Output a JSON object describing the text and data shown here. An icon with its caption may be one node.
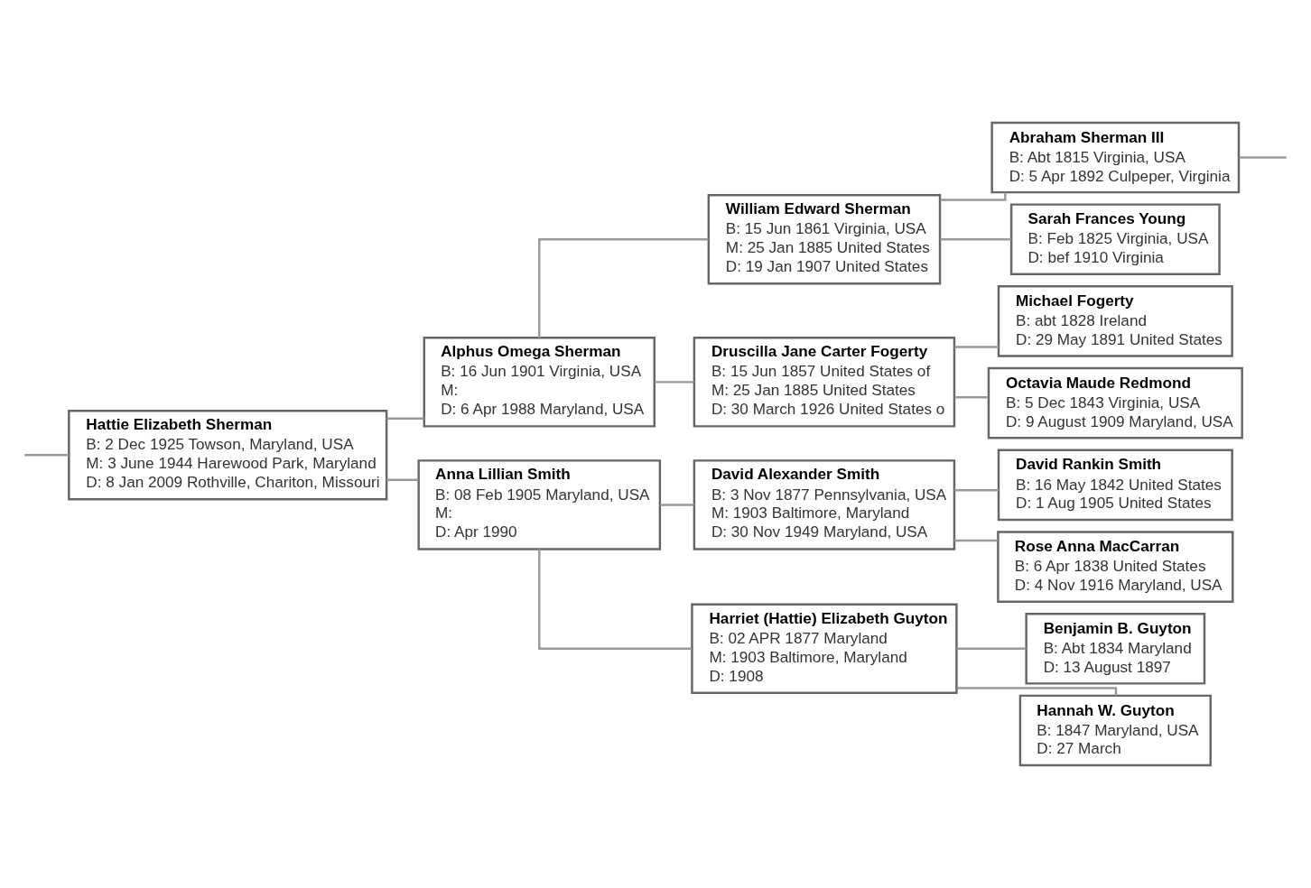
{
  "diagram": {
    "nodes": [
      {
        "text": [
          "Hattie Elizabeth Sherman",
          "B: 2 Dec 1925 Towson, Maryland, USA",
          "M: 3 June 1944 Harewood Park, Maryland",
          "D: 8 Jan 2009 Rothville, Chariton, Missouri"
        ]
      },
      {
        "text": [
          "Alphus Omega Sherman",
          "B: 16 Jun 1901 Virginia, USA",
          "M:",
          "D: 6 Apr 1988 Maryland, USA"
        ]
      },
      {
        "text": [
          "Anna Lillian Smith",
          "B: 08 Feb 1905 Maryland, USA",
          "M:",
          "D: Apr 1990"
        ]
      },
      {
        "text": [
          "William Edward Sherman",
          "B: 15 Jun 1861 Virginia, USA",
          "M: 25 Jan 1885 United States",
          "D: 19 Jan 1907 United States"
        ]
      },
      {
        "text": [
          "Druscilla Jane Carter Fogerty",
          "B: 15 Jun 1857 United States of",
          "M: 25 Jan 1885 United States",
          "D: 30 March 1926 United States o"
        ]
      },
      {
        "text": [
          "David Alexander Smith",
          "B: 3 Nov 1877 Pennsylvania, USA",
          "M: 1903 Baltimore, Maryland",
          "D: 30 Nov 1949 Maryland, USA"
        ]
      },
      {
        "text": [
          "Harriet (Hattie) Elizabeth Guyton",
          "B: 02 APR 1877 Maryland",
          "M: 1903 Baltimore, Maryland",
          "D: 1908"
        ]
      },
      {
        "text": [
          "Abraham Sherman III",
          "B: Abt 1815 Virginia, USA",
          "D: 5 Apr 1892 Culpeper, Virginia"
        ]
      },
      {
        "text": [
          "Sarah Frances Young",
          "B: Feb 1825 Virginia, USA",
          "D: bef 1910 Virginia"
        ]
      },
      {
        "text": [
          "Michael Fogerty",
          "B: abt 1828 Ireland",
          "D: 29 May 1891 United States"
        ]
      },
      {
        "text": [
          "Octavia Maude Redmond",
          "B: 5 Dec 1843 Virginia, USA",
          "D: 9 August 1909 Maryland, USA"
        ]
      },
      {
        "text": [
          "David Rankin Smith",
          "B: 16 May 1842 United States",
          "D: 1 Aug 1905 United States"
        ]
      },
      {
        "text": [
          "Rose Anna MacCarran",
          "B: 6 Apr 1838 United States",
          "D: 4 Nov 1916 Maryland, USA"
        ]
      },
      {
        "text": [
          "Benjamin B. Guyton",
          "B: Abt 1834 Maryland",
          "D: 13 August 1897"
        ]
      },
      {
        "text": [
          "Hannah W. Guyton",
          "B: 1847 Maryland, USA",
          "D: 27 March"
        ]
      }
    ],
    "edges": [
      {
        "from": null,
        "to": 0,
        "arrow": "none"
      },
      {
        "from": 0,
        "to": 1,
        "arrow": "none"
      },
      {
        "from": 0,
        "to": 2,
        "arrow": "none"
      },
      {
        "from": 1,
        "to": 3,
        "arrow": "none"
      },
      {
        "from": 1,
        "to": 4,
        "arrow": "none"
      },
      {
        "from": 2,
        "to": 5,
        "arrow": "none"
      },
      {
        "from": 2,
        "to": 6,
        "arrow": "none"
      },
      {
        "from": 3,
        "to": 7,
        "arrow": "none"
      },
      {
        "from": 3,
        "to": 8,
        "arrow": "none"
      },
      {
        "from": 4,
        "to": 9,
        "arrow": "none"
      },
      {
        "from": 4,
        "to": 10,
        "arrow": "none"
      },
      {
        "from": 5,
        "to": 11,
        "arrow": "none"
      },
      {
        "from": 5,
        "to": 12,
        "arrow": "none"
      },
      {
        "from": 6,
        "to": 13,
        "arrow": "none"
      },
      {
        "from": 6,
        "to": 14,
        "arrow": "none"
      },
      {
        "from": 7,
        "to": null,
        "arrow": "none"
      }
    ]
  }
}
